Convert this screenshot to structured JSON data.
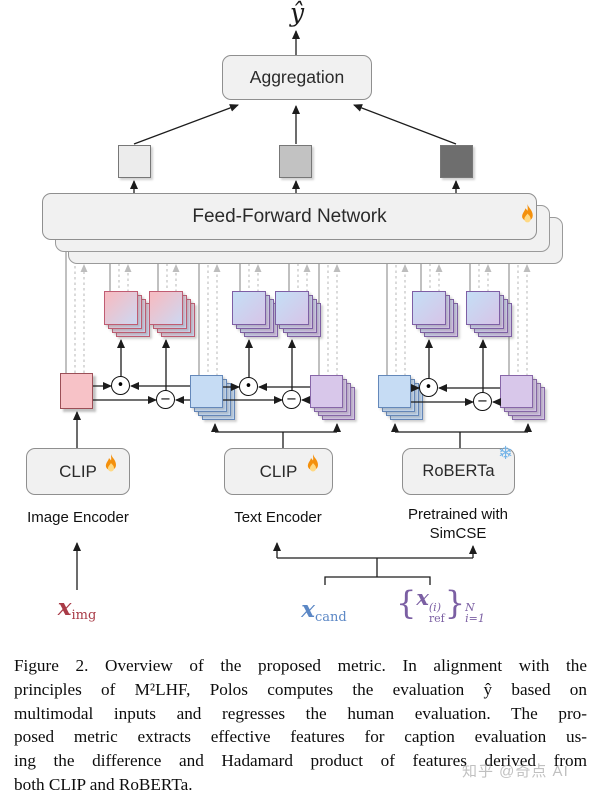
{
  "diagram": {
    "output_label": "ŷ",
    "aggregation_label": "Aggregation",
    "ffn_label": "Feed-Forward Network",
    "ops": {
      "hadamard": "•",
      "difference": "−"
    },
    "encoders": [
      {
        "name": "CLIP",
        "icon": "flame",
        "sublabel_lines": [
          "Image Encoder"
        ]
      },
      {
        "name": "CLIP",
        "icon": "flame",
        "sublabel_lines": [
          "Text Encoder"
        ]
      },
      {
        "name": "RoBERTa",
        "icon": "snowflake",
        "sublabel_lines": [
          "Pretrained with",
          "SimCSE"
        ]
      }
    ],
    "snowflake_char": "❄",
    "inputs": {
      "img": {
        "var": "x",
        "sub": "img"
      },
      "cand": {
        "var": "x",
        "sub": "cand"
      },
      "ref": {
        "lbrace": "{",
        "var": "x",
        "sup": "(i)",
        "sub": "ref",
        "rbrace": "}",
        "upper": "N",
        "lower": "i=1"
      }
    }
  },
  "colors": {
    "box_fill": "#f1f1f1",
    "box_border": "#8f8f8f",
    "pink_fill": "#f7c2c7",
    "pink_border": "#9c4f57",
    "blue_fill": "#c6dcf4",
    "blue_border": "#6488ba",
    "purple_fill": "#d8c7ea",
    "purple_border": "#8766a8",
    "gradient_pink_blue": [
      "#f4bdc4",
      "#cfd6ef"
    ],
    "gradient_blue_purple": [
      "#c6dcf4",
      "#d6c5e8"
    ],
    "square_light": "#ececec",
    "square_mid": "#c2c2c2",
    "square_dark": "#6e6e6e",
    "flame_orange": "#f4900c",
    "flame_yellow": "#ffd983",
    "snowflake_blue": "#74b4e8",
    "x_img": "#a93b47",
    "x_cand": "#5b87c5",
    "x_ref": "#7b5fa3"
  },
  "caption": {
    "lines": [
      "Figure 2. Overview of the proposed metric. In alignment with the",
      "principles of M²LHF, Polos computes the evaluation ŷ based on",
      "multimodal inputs and regresses the human evaluation. The pro-",
      "posed metric extracts effective features for caption evaluation us-",
      "ing the difference and Hadamard product of features derived from",
      "both CLIP and RoBERTa."
    ]
  },
  "watermark": "知乎 @奇点 AI"
}
